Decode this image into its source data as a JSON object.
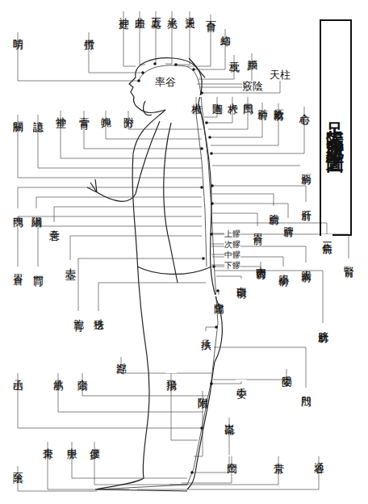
{
  "diagram": {
    "title": "足太陽膀胱經之圖",
    "labels": [
      "睛明",
      "攢竹",
      "神庭",
      "曲差",
      "五處",
      "承光",
      "通天",
      "百會",
      "絡却",
      "玉枕",
      "腦戶",
      "天柱",
      "竅陰",
      "率谷",
      "大椎",
      "陶道",
      "大杼",
      "風門",
      "肺俞",
      "厥陰俞",
      "心俞",
      "附分",
      "魄戶",
      "膏肓",
      "神堂",
      "譩譆",
      "膈關",
      "膈俞",
      "肝俞",
      "膽俞",
      "脾俞",
      "胃俞",
      "三焦俞",
      "腎俞",
      "大腸俞",
      "小腸俞",
      "中膂內俞",
      "白環俞",
      "會陽",
      "上髎",
      "次髎",
      "中髎",
      "下髎",
      "膀胱俞",
      "魂門",
      "陽綱",
      "意舍",
      "胃倉",
      "肓門",
      "志室",
      "胞肓",
      "秩邊",
      "承扶",
      "浮郄",
      "殷門",
      "委陽",
      "委中",
      "合陽",
      "承筋",
      "承山",
      "飛揚",
      "附陽",
      "崑崙",
      "金門",
      "京骨",
      "通谷",
      "束骨",
      "申脈",
      "僕參",
      "至陰"
    ]
  }
}
